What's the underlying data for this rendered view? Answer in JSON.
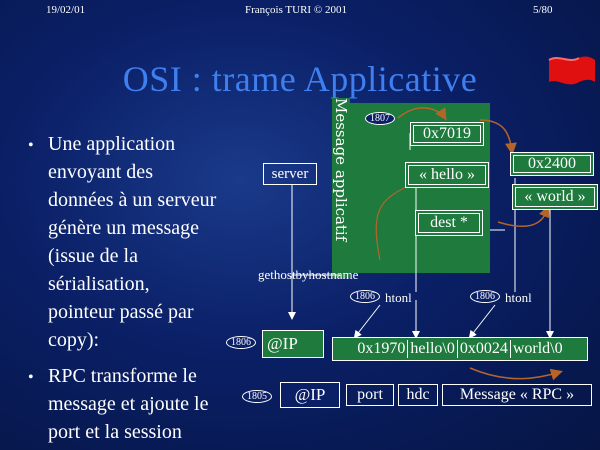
{
  "header": {
    "date": "19/02/01",
    "author": "François TURI © 2001",
    "page": "5/80"
  },
  "title": "OSI : trame Applicative",
  "bullets": [
    "Une application envoyant des données à un serveur génère un message (issue de la sérialisation, pointeur passé par copy):",
    "RPC transforme le message et ajoute le port et la session"
  ],
  "bullet_lines": [
    [
      "Une application",
      "envoyant des",
      "données à un serveur",
      "génère un message",
      "(issue de la",
      "sérialisation,",
      "pointeur passé par",
      "copy):"
    ],
    [
      "RPC transforme le",
      "message et ajoute le",
      "port et la session"
    ]
  ],
  "diagram": {
    "server": "server",
    "vertical_label": "Message applicatif",
    "tag_1807": "1807",
    "hex_7019": "0x7019",
    "hello": "« hello »",
    "dest": "dest *",
    "hex_2400": "0x2400",
    "world": "« world »",
    "gethostbyname": "gethostbyhostname",
    "tag_1806a": "1806",
    "htonl_a": "htonl",
    "tag_1806b": "1806",
    "htonl_b": "htonl",
    "tag_1806c": "1806",
    "ip_1": "@IP",
    "hex_1970": "0x1970",
    "hello_ser": "hello\\0",
    "hex_0024": "0x0024",
    "world_ser": "world\\0",
    "tag_1805": "1805",
    "ip_2": "@IP",
    "port": "port",
    "hdc": "hdc",
    "rpc_msg": "Message « RPC »"
  },
  "colors": {
    "title": "#3f7ff0",
    "panel": "#1e7a3d",
    "arrow": "#b5652a",
    "flag": "#e01010"
  }
}
